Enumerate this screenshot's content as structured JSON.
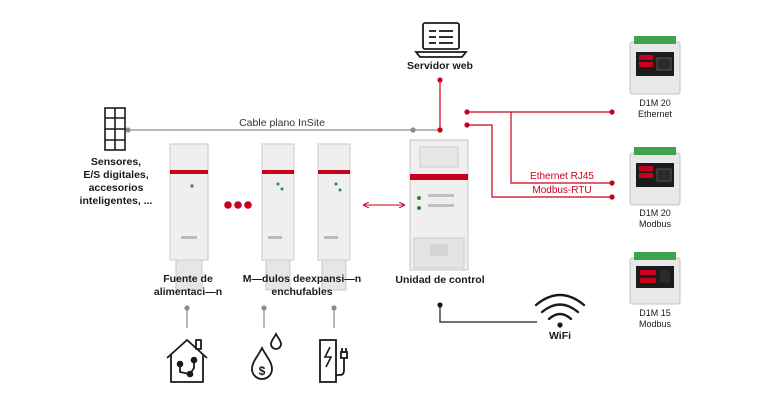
{
  "labels": {
    "web_server": "Servidor web",
    "flat_cable": "Cable plano InSite",
    "sensors": [
      "Sensores,",
      "E/S digitales,",
      "accesorios",
      "inteligentes, ..."
    ],
    "power_supply": [
      "Fuente de",
      "alimentaci—n"
    ],
    "expansion_modules": [
      "M—dulos deexpansi—n",
      "enchufables"
    ],
    "control_unit": "Unidad de control",
    "ethernet": "Ethernet RJ45",
    "modbus_rtu": "Modbus-RTU",
    "wifi": "WiFi"
  },
  "meters": [
    {
      "model": "D1M 20",
      "protocol": "Ethernet"
    },
    {
      "model": "D1M 20",
      "protocol": "Modbus"
    },
    {
      "model": "D1M 15",
      "protocol": "Modbus"
    }
  ],
  "colors": {
    "accent": "#c8001e",
    "line_gray": "#8c8c8c",
    "line_dark": "#1a1a1a",
    "device_body": "#ececec",
    "device_edge": "#c4c4c4"
  },
  "icons": [
    "laptop-icon",
    "sensor-cabinet-icon",
    "house-icon",
    "water-cost-icon",
    "ev-charger-icon",
    "wifi-icon"
  ]
}
